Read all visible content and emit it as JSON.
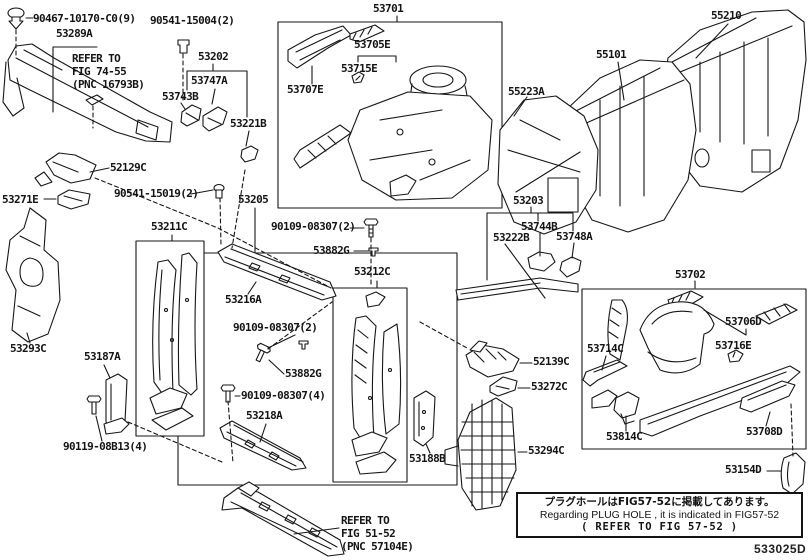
{
  "page": {
    "code": "533025D"
  },
  "note_box": {
    "jp": "プラグホールはFIG57-52に掲載してあります。",
    "en": "Regarding PLUG HOLE , it is indicated in FIG57-52",
    "refer": "(  REFER TO FIG 57-52 )"
  },
  "labels": [
    {
      "text": "90467-10170-C0(9)"
    },
    {
      "text": "53289A"
    },
    {
      "text": "REFER TO"
    },
    {
      "text": "FIG 74-55"
    },
    {
      "text": "(PNC 16793B)"
    },
    {
      "text": "90541-15004(2)"
    },
    {
      "text": "53202"
    },
    {
      "text": "53747A"
    },
    {
      "text": "53743B"
    },
    {
      "text": "53221B"
    },
    {
      "text": "53701"
    },
    {
      "text": "53705E"
    },
    {
      "text": "53715E"
    },
    {
      "text": "53707E"
    },
    {
      "text": "55210"
    },
    {
      "text": "55101"
    },
    {
      "text": "55223A"
    },
    {
      "text": "53203"
    },
    {
      "text": "53744B"
    },
    {
      "text": "53222B"
    },
    {
      "text": "53748A"
    },
    {
      "text": "52129C"
    },
    {
      "text": "53271E"
    },
    {
      "text": "90541-15019(2)"
    },
    {
      "text": "53205"
    },
    {
      "text": "53211C"
    },
    {
      "text": "90109-08307(2)"
    },
    {
      "text": "53882G"
    },
    {
      "text": "53212C"
    },
    {
      "text": "53216A"
    },
    {
      "text": "90109-08307(2)"
    },
    {
      "text": "53882G"
    },
    {
      "text": "90109-08307(4)"
    },
    {
      "text": "53218A"
    },
    {
      "text": "90119-08B13(4)"
    },
    {
      "text": "53187A"
    },
    {
      "text": "53293C"
    },
    {
      "text": "53188B"
    },
    {
      "text": "53702"
    },
    {
      "text": "53706D"
    },
    {
      "text": "53714C"
    },
    {
      "text": "53716E"
    },
    {
      "text": "53814C"
    },
    {
      "text": "53708D"
    },
    {
      "text": "52139C"
    },
    {
      "text": "53272C"
    },
    {
      "text": "53294C"
    },
    {
      "text": "53154D"
    },
    {
      "text": "REFER TO"
    },
    {
      "text": "FIG 51-52"
    },
    {
      "text": "(PNC 57104E)"
    }
  ]
}
